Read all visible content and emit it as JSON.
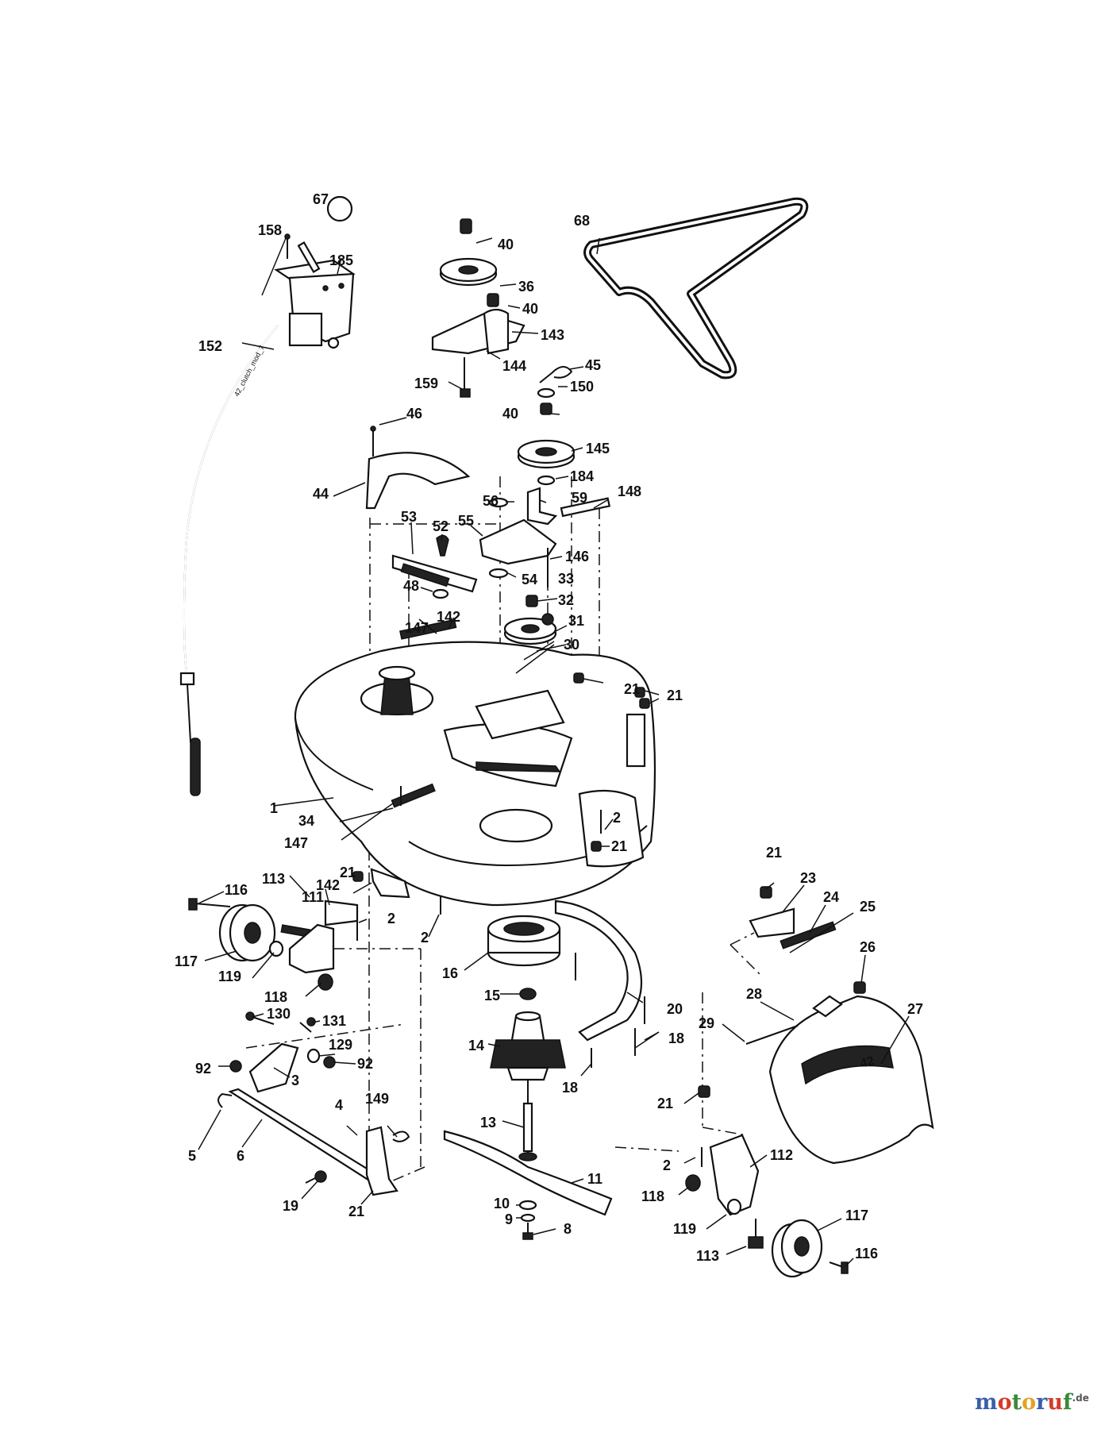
{
  "diagram": {
    "labels": [
      "67",
      "158",
      "185",
      "40",
      "36",
      "40",
      "143",
      "144",
      "68",
      "152",
      "159",
      "45",
      "150",
      "40",
      "145",
      "46",
      "44",
      "184",
      "56",
      "59",
      "148",
      "53",
      "52",
      "55",
      "146",
      "48",
      "54",
      "33",
      "32",
      "31",
      "142",
      "147",
      "30",
      "21",
      "21",
      "1",
      "34",
      "147",
      "2",
      "21",
      "21",
      "113",
      "111",
      "142",
      "116",
      "117",
      "119",
      "118",
      "2",
      "2",
      "16",
      "15",
      "20",
      "18",
      "18",
      "130",
      "131",
      "129",
      "92",
      "92",
      "3",
      "14",
      "21",
      "23",
      "24",
      "25",
      "26",
      "28",
      "27",
      "29",
      "4",
      "149",
      "5",
      "6",
      "19",
      "21",
      "13",
      "11",
      "10",
      "9",
      "8",
      "21",
      "112",
      "2",
      "118",
      "119",
      "117",
      "113",
      "116"
    ],
    "cable_text": "42_clutch_mod_7",
    "deck_text": "42"
  },
  "watermark": {
    "m": "m",
    "o1": "o",
    "t": "t",
    "o2": "o",
    "r": "r",
    "u": "u",
    "f": "f",
    "de": ".de",
    "colors": {
      "m": "#3a5fa8",
      "o1": "#d43b2a",
      "t": "#3a8a3a",
      "o2": "#e3a322",
      "r": "#3a5fa8",
      "u": "#d43b2a",
      "f": "#3a8a3a"
    }
  }
}
